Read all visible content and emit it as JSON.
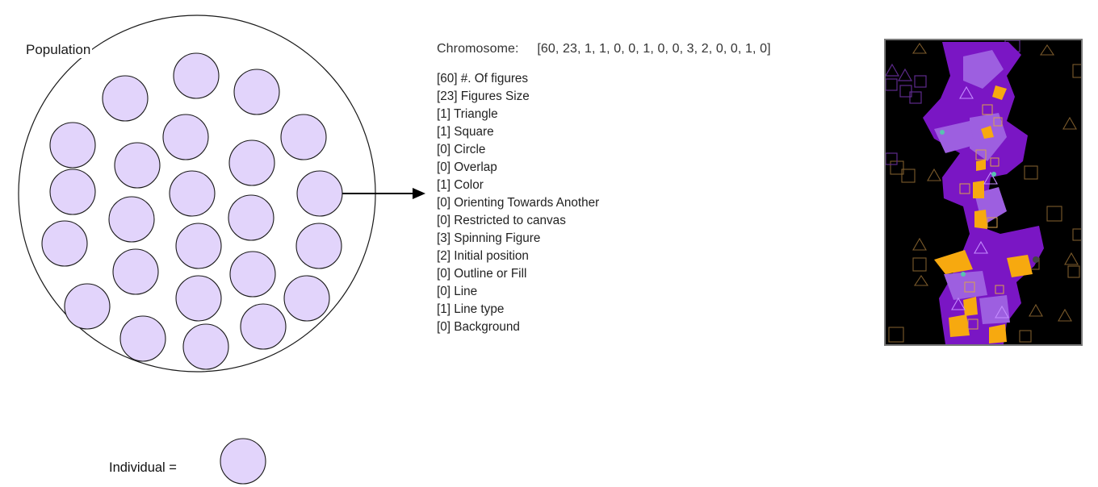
{
  "population_label": "Population",
  "individual_legend_label": "Individual =",
  "chromosome": {
    "title": "Chromosome:",
    "values": "[60, 23, 1, 1, 0, 0, 1, 0, 0, 3, 2, 0, 0, 1, 0]"
  },
  "genes": [
    "[60] #. Of figures",
    "[23] Figures Size",
    "[1] Triangle",
    "[1] Square",
    "[0] Circle",
    "[0] Overlap",
    "[1] Color",
    "[0] Orienting Towards Another",
    "[0] Restricted to canvas",
    "[3] Spinning Figure",
    "[2] Initial position",
    "[0] Outline or Fill",
    "[0] Line",
    "[1] Line type",
    "[0] Background"
  ],
  "colors": {
    "individual_fill": "#e2d4fb",
    "outline": "#1a1a1a",
    "art_background": "#000000",
    "art_purple": "#7a16c4",
    "art_light_purple": "#9d5fe0",
    "art_orange": "#f7a90f",
    "art_outline_brown": "#7b5a2b"
  },
  "icons": [
    "arrow-right-icon"
  ]
}
